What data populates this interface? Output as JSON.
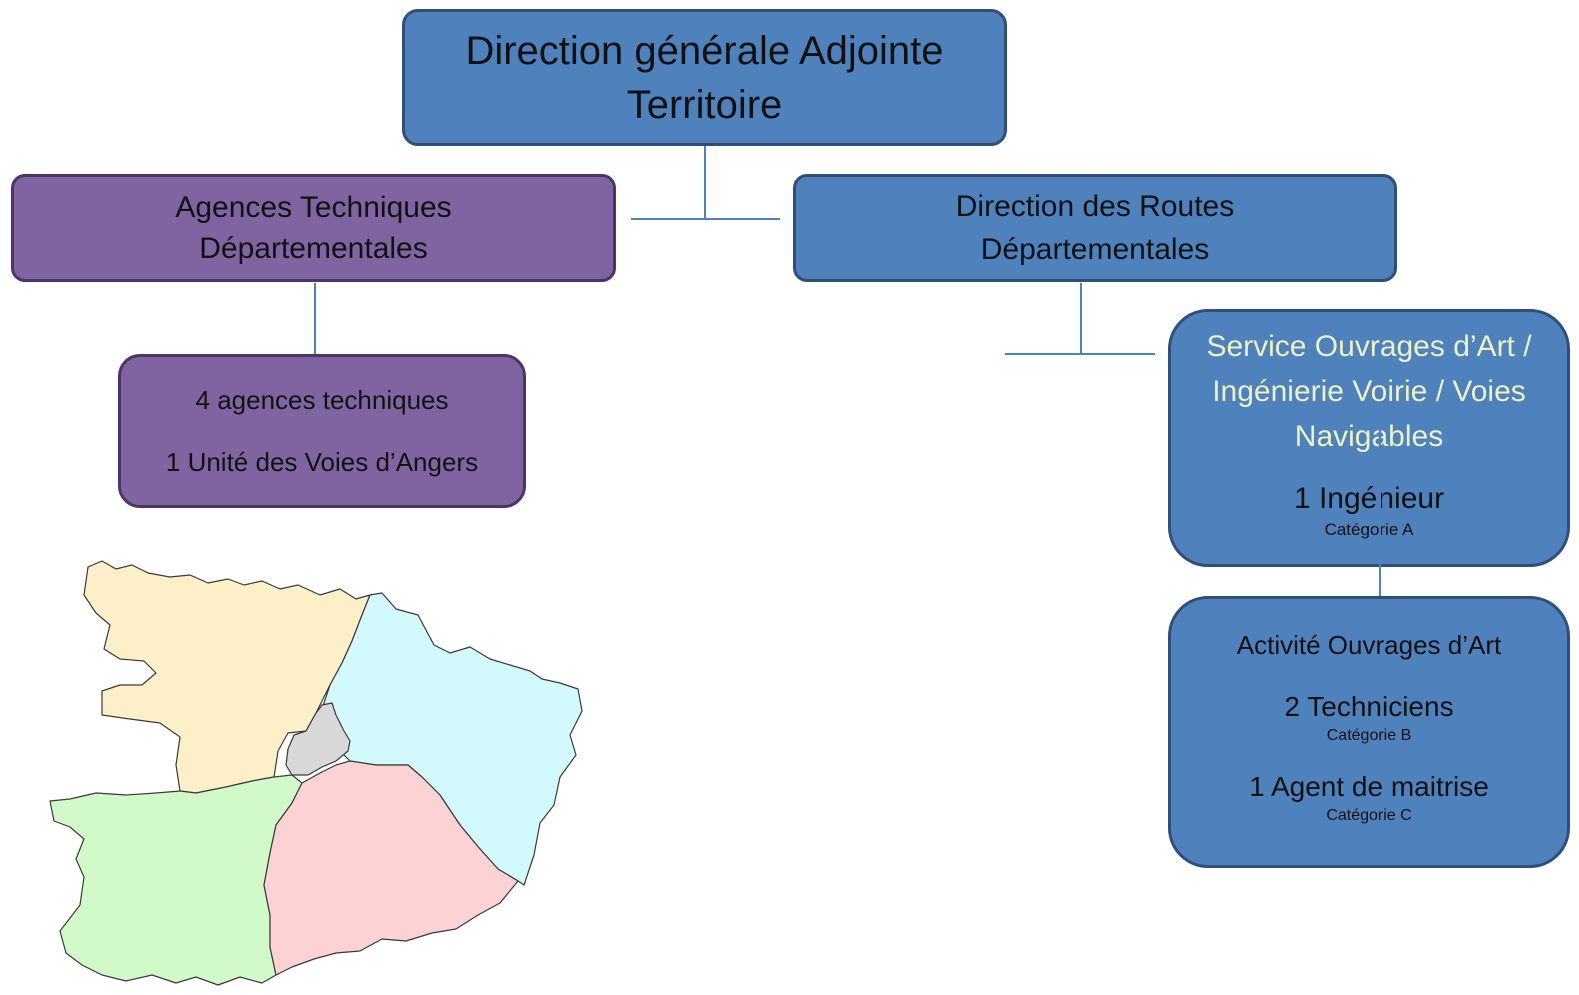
{
  "top": {
    "line1": "Direction générale Adjointe",
    "line2": "Territoire"
  },
  "agences": {
    "line1": "Agences Techniques",
    "line2": "Départementales"
  },
  "routes": {
    "line1": "Direction des Routes",
    "line2": "Départementales"
  },
  "agences_detail": {
    "line1": "4 agences techniques",
    "line2": "1 Unité des Voies d’Angers"
  },
  "service": {
    "title_lines": [
      "Service Ouvrages d’Art /",
      "Ingénierie Voirie / Voies",
      "Navigables"
    ],
    "staff": "1 Ingénieur",
    "category": "Catégorie A"
  },
  "activite": {
    "title": "Activité Ouvrages d’Art",
    "staff1": "2 Techniciens",
    "cat1": "Catégorie B",
    "staff2": "1 Agent de maitrise",
    "cat2": "Catégorie C"
  },
  "colors": {
    "blue_box": "#4f81bd",
    "purple_box": "#8064a2",
    "service_title_text": "#eaf2c2",
    "map_north_west": "#fdf0c8",
    "map_east": "#d2fafc",
    "map_south_west": "#d2fac8",
    "map_south_east": "#fcd2d4",
    "map_center": "#d8d8d8"
  }
}
